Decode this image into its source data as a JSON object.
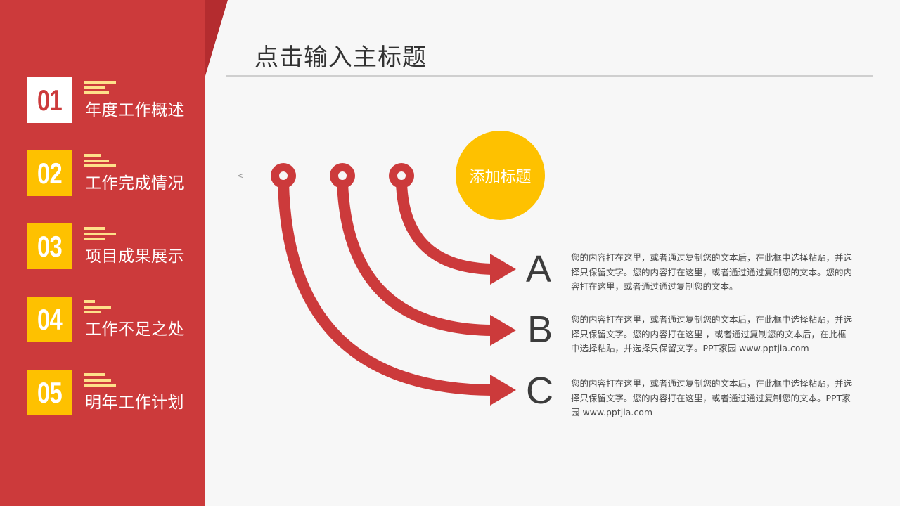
{
  "sidebar": {
    "bg_color": "#cc3a3b",
    "items": [
      {
        "number": "01",
        "label": "年度工作概述",
        "active": true,
        "bars": [
          45,
          30,
          35
        ]
      },
      {
        "number": "02",
        "label": "工作完成情况",
        "active": false,
        "bars": [
          23,
          35,
          45
        ]
      },
      {
        "number": "03",
        "label": "项目成果展示",
        "active": false,
        "bars": [
          30,
          45,
          30
        ]
      },
      {
        "number": "04",
        "label": "工作不足之处",
        "active": false,
        "bars": [
          15,
          38,
          23
        ]
      },
      {
        "number": "05",
        "label": "明年工作计划",
        "active": false,
        "bars": [
          30,
          38,
          45
        ]
      }
    ]
  },
  "header": {
    "title": "点击输入主标题"
  },
  "diagram": {
    "topic": "添加标题",
    "accent_red": "#cc3a3b",
    "accent_yellow": "#fec100",
    "branches": [
      {
        "letter": "A",
        "text": "您的内容打在这里，或者通过复制您的文本后，在此框中选择粘贴，并选择只保留文字。您的内容打在这里，或者通过通过复制您的文本。您的内容打在这里，或者通过通过复制您的文本。"
      },
      {
        "letter": "B",
        "text": "您的内容打在这里，或者通过复制您的文本后，在此框中选择粘贴，并选择只保留文字。您的内容打在这里 ，或者通过复制您的文本后，在此框中选择粘贴，并选择只保留文字。PPT家园 www.pptjia.com"
      },
      {
        "letter": "C",
        "text": "您的内容打在这里，或者通过复制您的文本后，在此框中选择粘贴，并选择只保留文字。您的内容打在这里，或者通过通过复制您的文本。PPT家园 www.pptjia.com"
      }
    ]
  }
}
